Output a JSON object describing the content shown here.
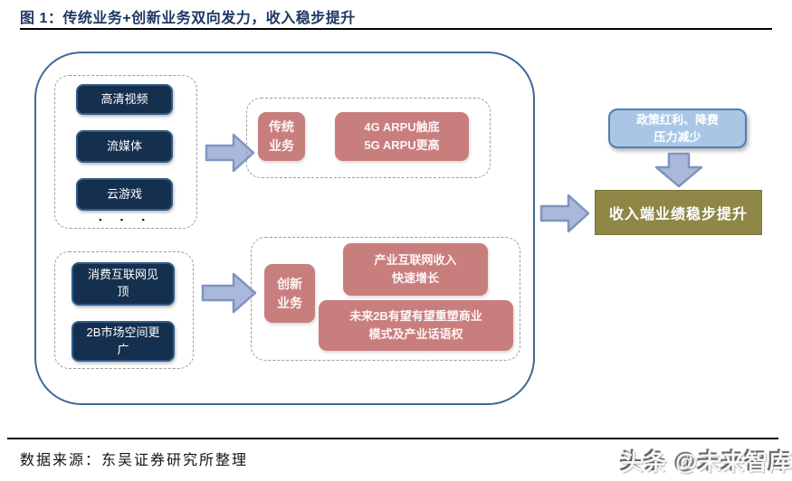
{
  "title": "图 1：传统业务+创新业务双向发力，收入稳步提升",
  "diagram": {
    "traditional": {
      "inputs": [
        "高清视频",
        "流媒体",
        "云游戏"
      ],
      "ellipsis": "▪ ▪ ▪",
      "category": [
        "传统",
        "业务"
      ],
      "outcome": [
        "4G ARPU触底",
        "5G ARPU更高"
      ]
    },
    "innovation": {
      "inputs": [
        [
          "消费互联网见",
          "顶"
        ],
        [
          "2B市场空间更",
          "广"
        ]
      ],
      "category": [
        "创新",
        "业务"
      ],
      "outcome1": [
        "产业互联网收入",
        "快速增长"
      ],
      "outcome2": [
        "未来2B有望有望重塑商业",
        "模式及产业话语权"
      ]
    },
    "policy": [
      "政策红利、降费",
      "压力减少"
    ],
    "conclusion": "收入端业绩稳步提升"
  },
  "footer": {
    "source": "数据来源：东吴证券研究所整理",
    "watermark": "头条 @未来智库"
  },
  "colors": {
    "title_navy": "#1f3864",
    "box_navy_fill": "#152f4e",
    "box_navy_border": "#2e5d8c",
    "box_pink": "#c97e7e",
    "box_blue_fill": "#a9c7e5",
    "box_blue_border": "#4e7fb5",
    "box_olive": "#8e8746",
    "arrow_fill": "#a9b8db",
    "arrow_border": "#8293c0",
    "container_border": "#3d6a99"
  }
}
